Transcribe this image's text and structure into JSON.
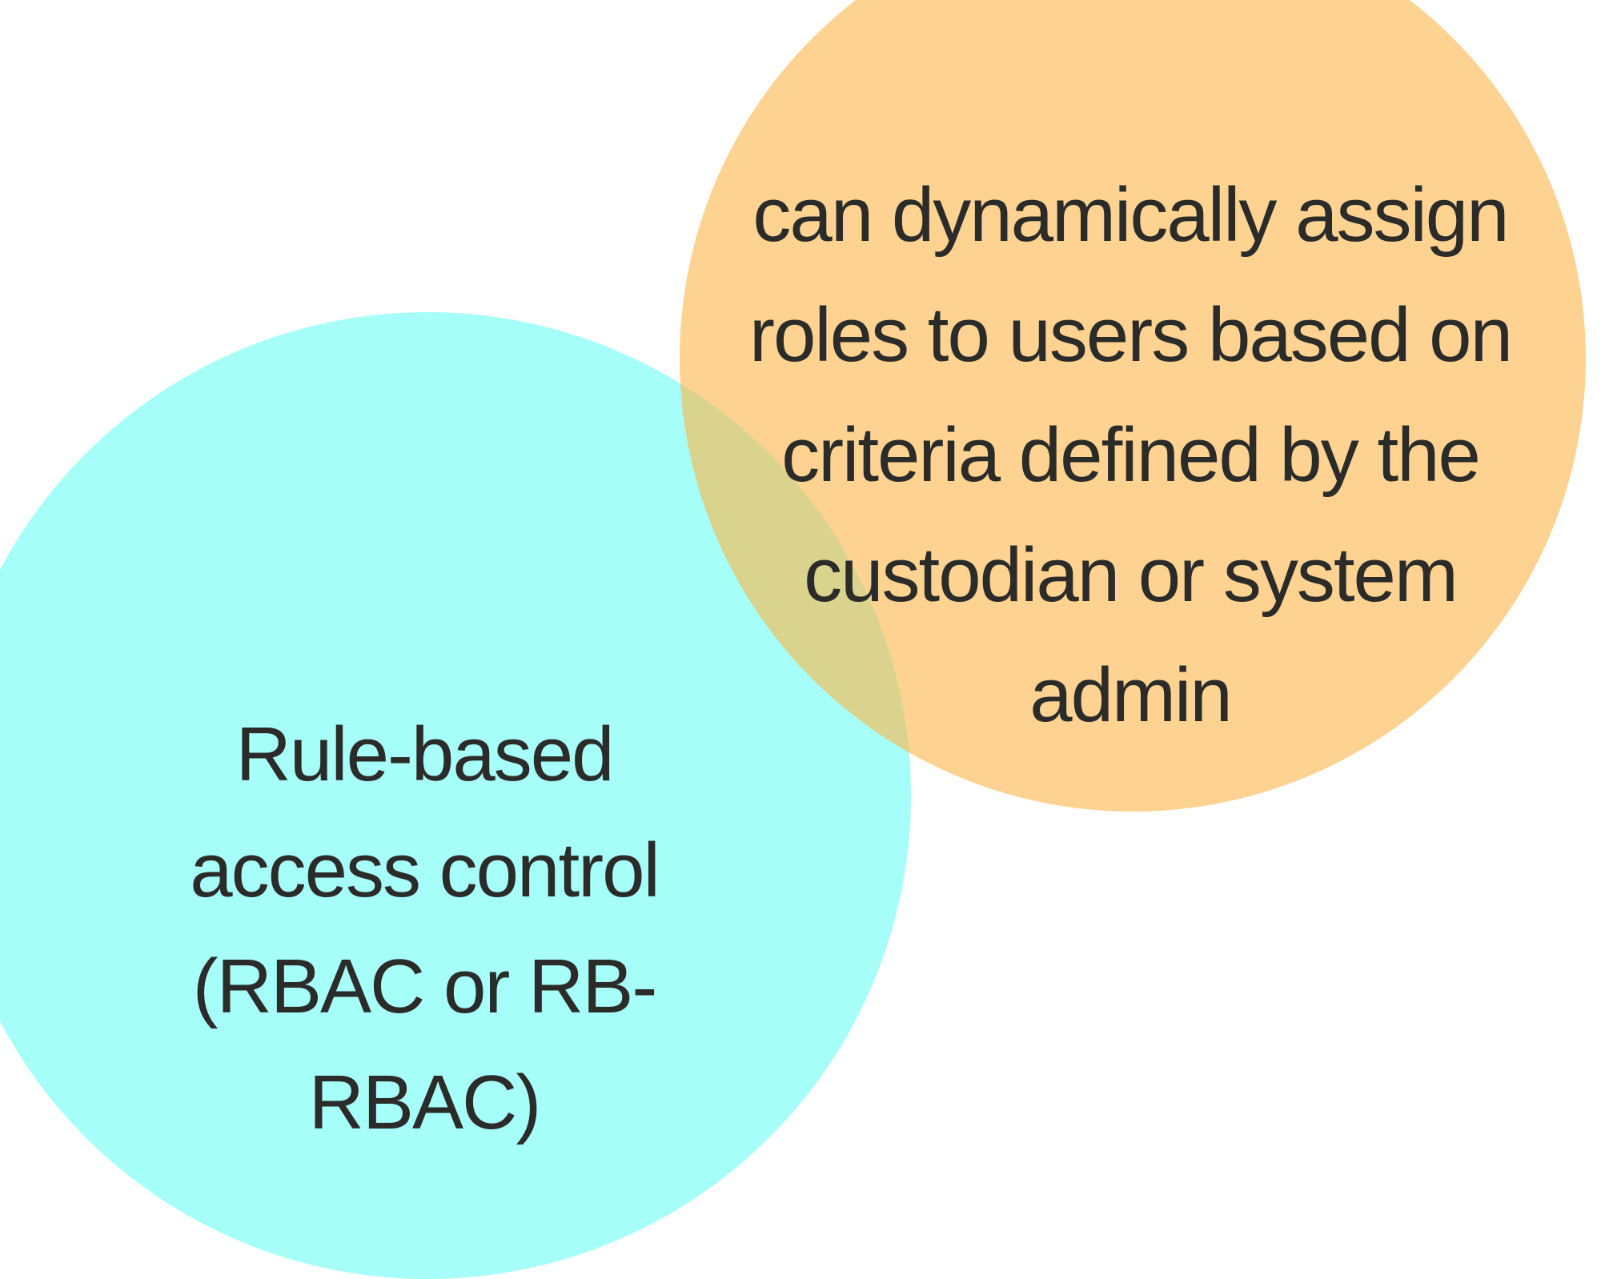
{
  "diagram": {
    "type": "venn-two-circles",
    "background_color": "#ffffff",
    "text_color": "#2b2b29",
    "overlap_color": "#d8d494",
    "circles": [
      {
        "id": "rule-based-access-control",
        "fill": "#a6fff8",
        "position": "bottom-left",
        "lines": [
          "Rule-based",
          "access control",
          "(RBAC or RB-",
          "RBAC)"
        ]
      },
      {
        "id": "dynamic-role-assignment",
        "fill": "#fed391",
        "position": "top-right",
        "lines": [
          "can dynamically assign",
          "roles to users based on",
          "criteria defined by the",
          "custodian or system",
          "admin"
        ]
      }
    ]
  }
}
